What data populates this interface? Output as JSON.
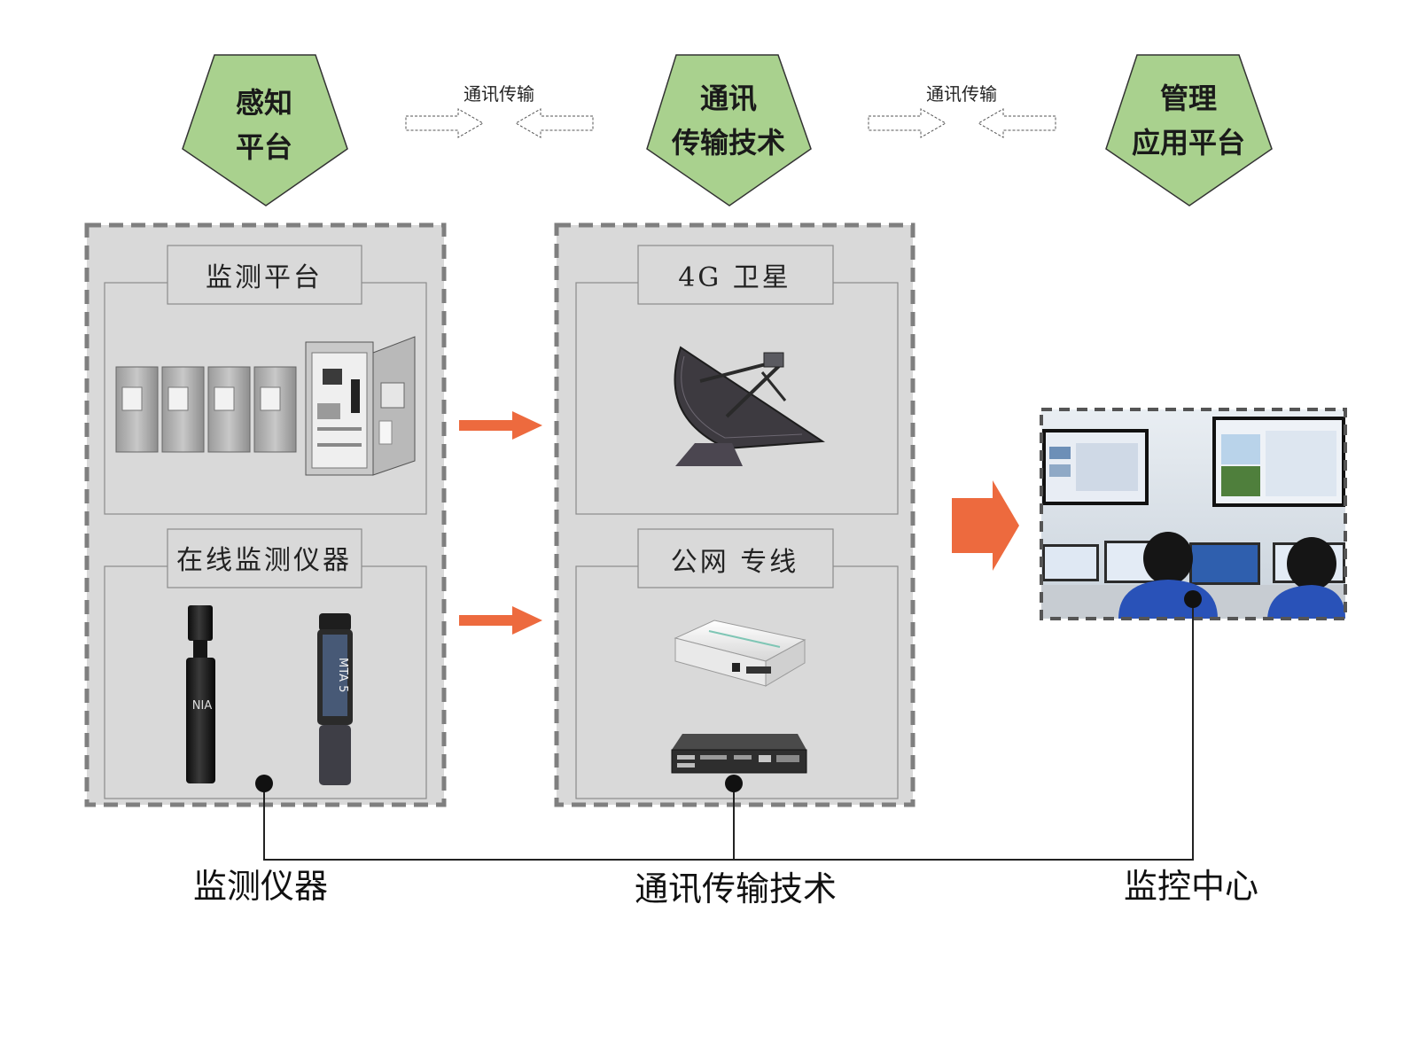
{
  "stages": [
    {
      "line1": "感知",
      "line2": "平台"
    },
    {
      "line1": "通讯",
      "line2": "传输技术"
    },
    {
      "line1": "管理",
      "line2": "应用平台"
    }
  ],
  "transfer_labels": [
    "通讯传输",
    "通讯传输"
  ],
  "left_group": {
    "top_label": "监测平台",
    "bottom_label": "在线监测仪器",
    "instrument_1_text": "NIA",
    "instrument_2_text": "MTA 5"
  },
  "middle_group": {
    "top_label": "4G  卫星",
    "bottom_label": "公网  专线"
  },
  "bottom_labels": {
    "left": "监测仪器",
    "middle": "通讯传输技术",
    "right": "监控中心"
  },
  "colors": {
    "pentagon_fill": "#a9d18e",
    "panel_fill": "#d9d9d9",
    "dash_border": "#7f7f7f",
    "orange_arrow": "#ed6a3e",
    "screen_blue": "#2f5fae"
  },
  "icons": {
    "cabinets": "outdoor-cabinet-icon",
    "satellite": "satellite-dish-icon",
    "router": "router-icon",
    "switch": "network-switch-icon",
    "control_room": "monitoring-center-photo-icon"
  }
}
